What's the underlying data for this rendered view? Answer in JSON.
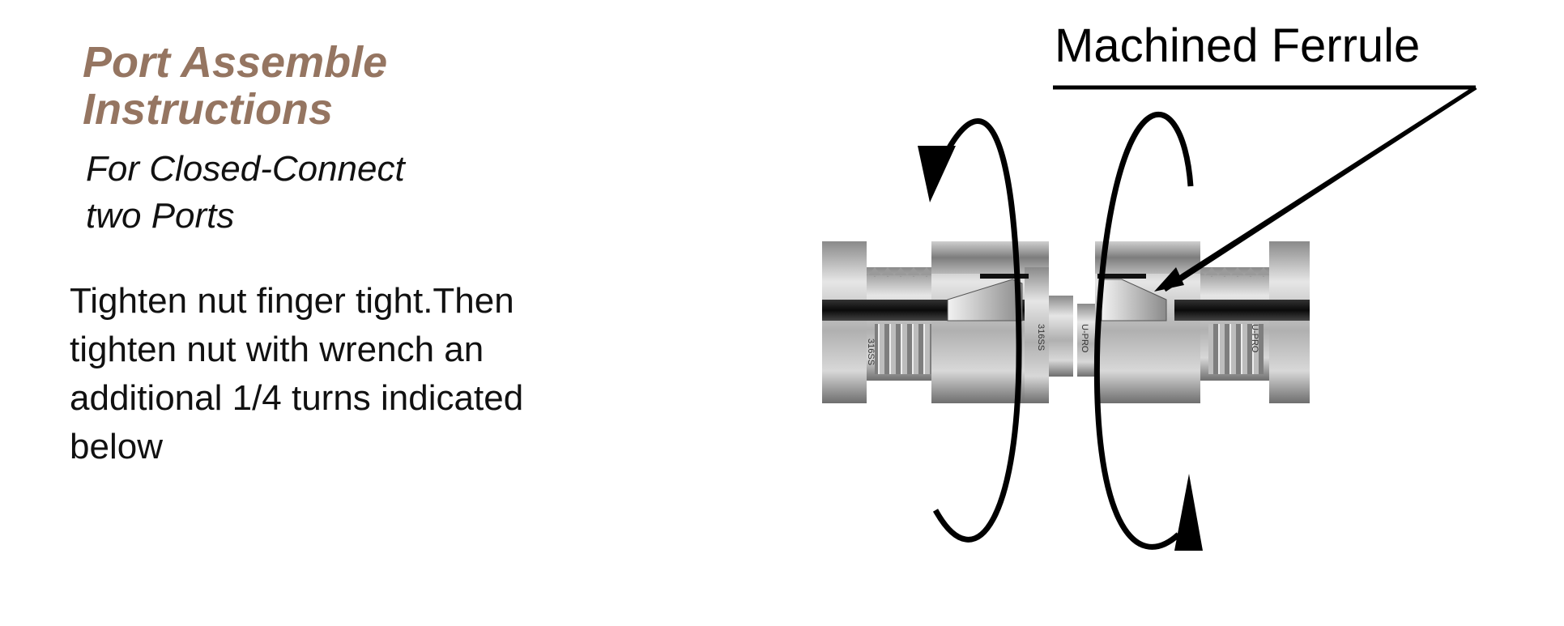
{
  "instructions": {
    "title": "Port Assemble\nInstructions",
    "subtitle": "For Closed-Connect\ntwo Ports",
    "body": "  Tighten nut finger tight.Then\ntighten nut with wrench an\nadditional 1/4 turns indicated\nbelow"
  },
  "diagram": {
    "callout": "Machined Ferrule",
    "part_labels": {
      "left_tube": "316SS",
      "center_left": "316SS",
      "center_right": "U-PRO",
      "right_tube": "U-PRO"
    },
    "colors": {
      "title": "#957561",
      "metal": "#a8a8a8",
      "arrow": "#000000"
    }
  }
}
